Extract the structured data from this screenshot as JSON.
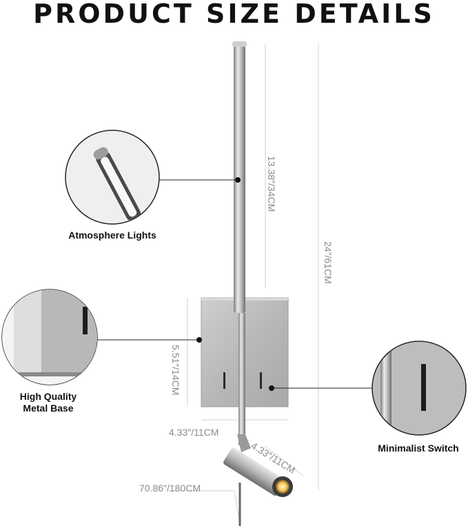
{
  "title": "PRODUCT SIZE DETAILS",
  "dimensions": {
    "arm_length": "13.38″/34CM",
    "total_height": "24″/61CM",
    "base_height": "5.51″/14CM",
    "base_width": "4.33″/11CM",
    "head_length": "4.33″/11CM",
    "cord_length": "70.86″/180CM"
  },
  "callouts": {
    "lights": "Atmosphere Lights",
    "base_line1": "High Quality",
    "base_line2": "Metal Base",
    "switch": "Minimalist Switch"
  },
  "colors": {
    "metal": "#b9b9b9",
    "metal_dark": "#8e8e8e",
    "dimension_line": "#cfcfcf",
    "warm_light": "#ffe7a8"
  }
}
